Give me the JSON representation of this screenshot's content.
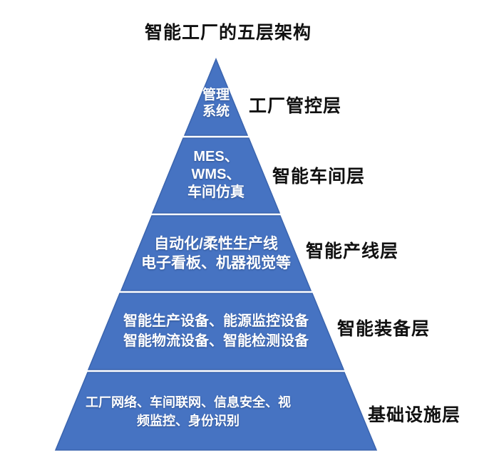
{
  "title": "智能工厂的五层架构",
  "colors": {
    "background": "#ffffff",
    "pyramid_fill": "#4673c2",
    "pyramid_stroke": "#3a64ae",
    "content_text": "#ffffff",
    "label_text": "#111111"
  },
  "layers": [
    {
      "label": "工厂管控层",
      "content_lines": [
        "管理",
        "系统"
      ]
    },
    {
      "label": "智能车间层",
      "content_lines": [
        "MES、",
        "WMS、",
        "车间仿真"
      ]
    },
    {
      "label": "智能产线层",
      "content_lines": [
        "自动化/柔性生产线",
        "电子看板、机器视觉等"
      ]
    },
    {
      "label": "智能装备层",
      "content_lines": [
        "智能生产设备、能源监控设备",
        "智能物流设备、智能检测设备"
      ]
    },
    {
      "label": "基础设施层",
      "content_lines": [
        "工厂网络、车间联网、信息安全、视",
        "频监控、身份识别"
      ]
    }
  ]
}
